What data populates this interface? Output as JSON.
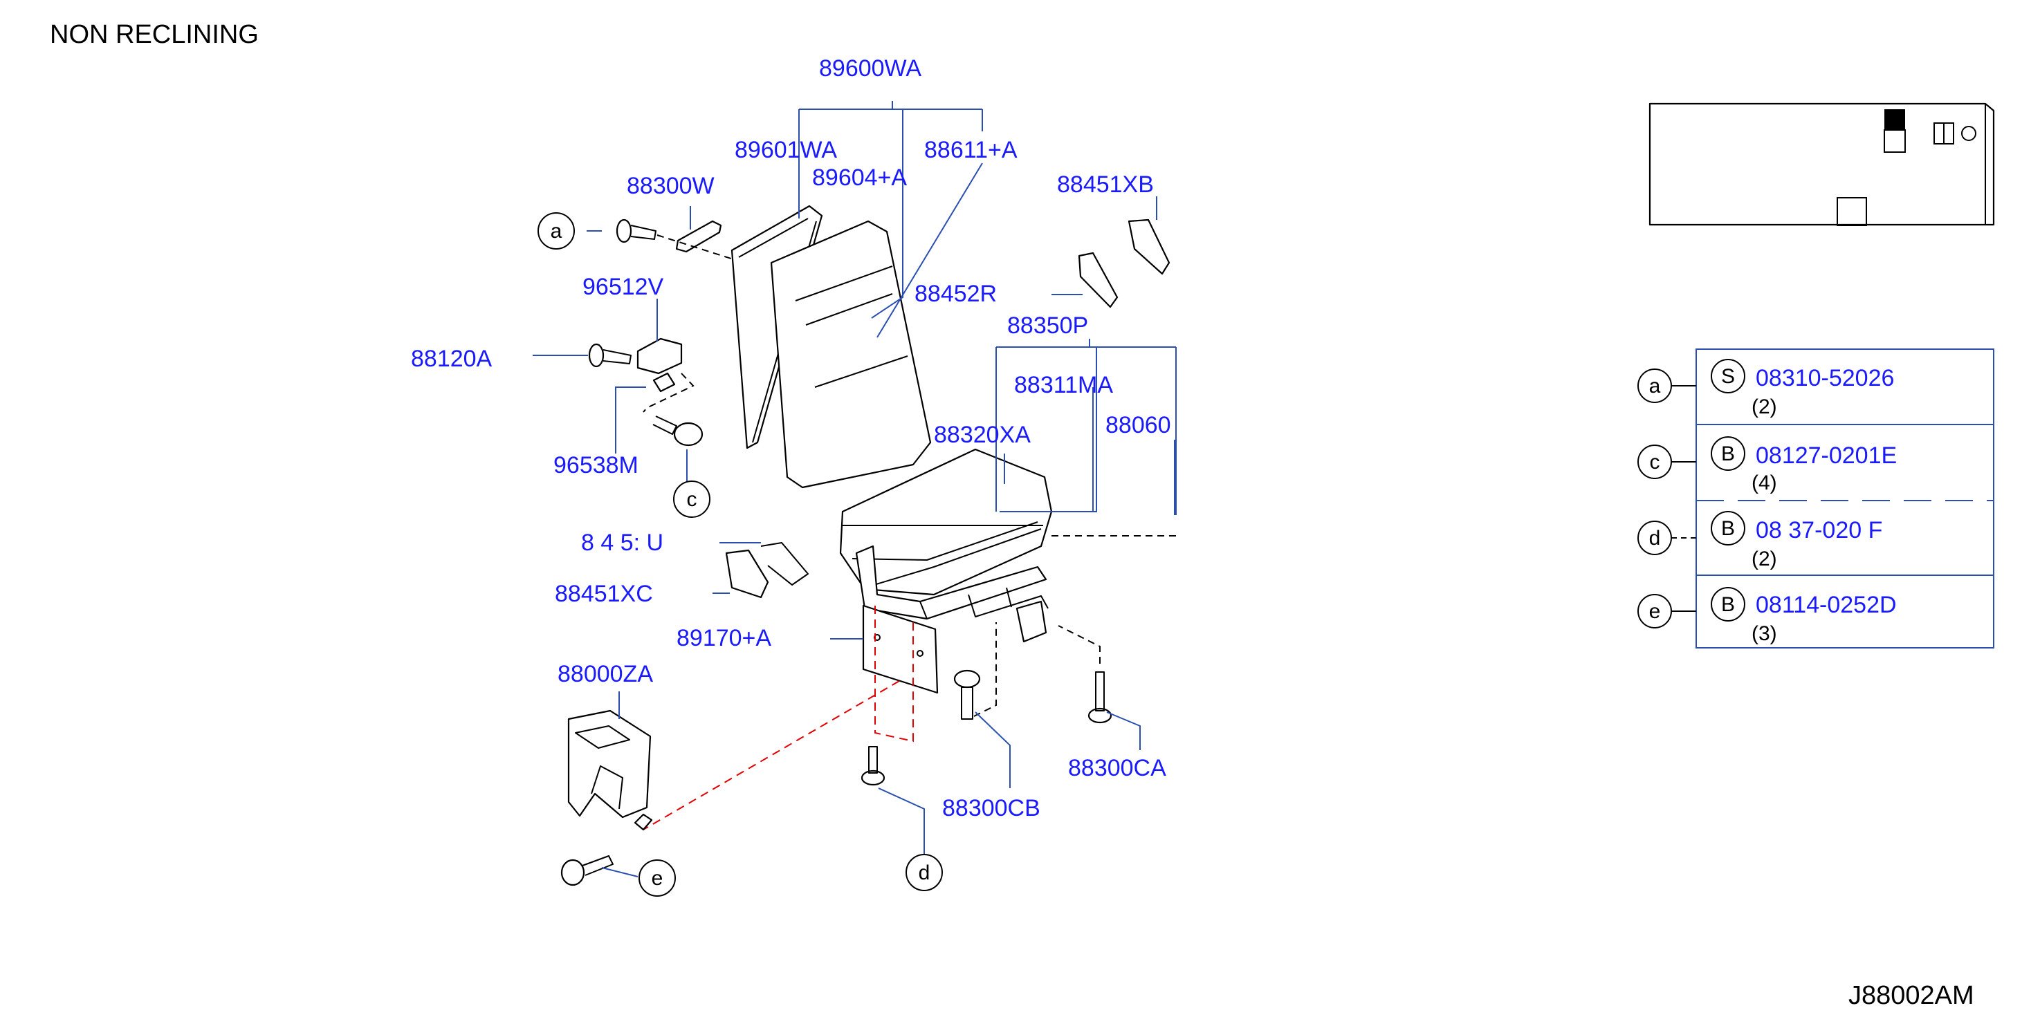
{
  "title": "NON RECLINING",
  "diagram_code": "J88002AM",
  "colors": {
    "label": "#1a1aff",
    "leader": "#2a4fb0",
    "hidden_line": "#e00000",
    "text": "#000000"
  },
  "parts": {
    "p89600WA": "89600WA",
    "p89601WA": "89601WA",
    "p89604A": "89604+A",
    "p88611A": "88611+A",
    "p88300W": "88300W",
    "p88451XB": "88451XB",
    "p96512V": "96512V",
    "p88452R": "88452R",
    "p88120A": "88120A",
    "p88350P": "88350P",
    "p88311MA": "88311MA",
    "p88060": "88060",
    "p96538M": "96538M",
    "p88320XA": "88320XA",
    "p8845U": "8 4 5: U",
    "p88451XC": "88451XC",
    "p89170A": "89170+A",
    "p88000ZA": "88000ZA",
    "p88300CA": "88300CA",
    "p88300CB": "88300CB"
  },
  "callouts": {
    "a": "a",
    "c": "c",
    "d": "d",
    "e": "e"
  },
  "fastener_table": [
    {
      "callout": "a",
      "type": "S",
      "part": "08310-52026",
      "qty": "(2)"
    },
    {
      "callout": "c",
      "type": "B",
      "part": "08127-0201E",
      "qty": "(4)"
    },
    {
      "callout": "d",
      "type": "B",
      "part": "08 37-020 F",
      "qty": "(2)"
    },
    {
      "callout": "e",
      "type": "B",
      "part": "08114-0252D",
      "qty": "(3)"
    }
  ]
}
